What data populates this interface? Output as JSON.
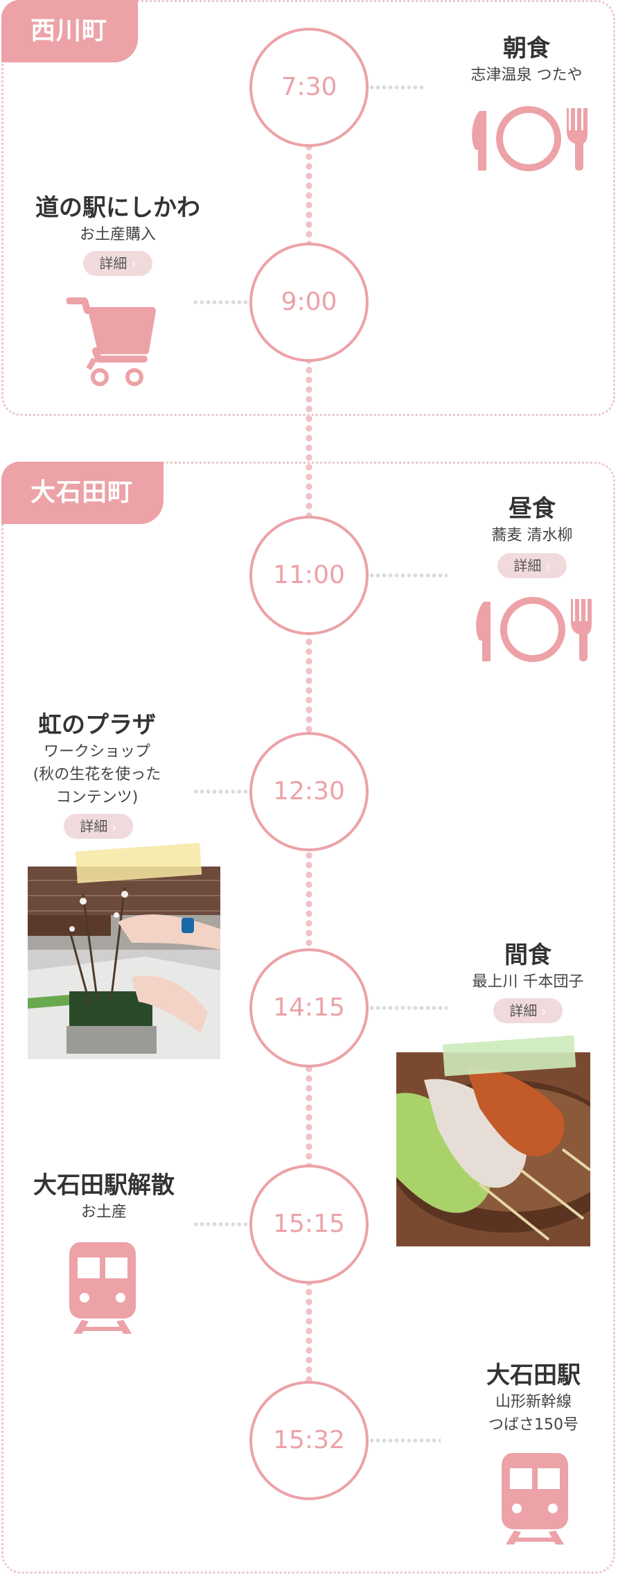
{
  "colors": {
    "accent": "#eca2a7",
    "accent_soft": "#f1dadc",
    "dotted_border": "#ecc6c9",
    "text": "#333333"
  },
  "areas": [
    {
      "label": "西川町"
    },
    {
      "label": "大石田町"
    }
  ],
  "detail_label": "詳細",
  "stops": [
    {
      "time": "7:30",
      "title": "朝食",
      "sub": [
        "志津温泉 つたや"
      ],
      "icon": "restaurant-icon"
    },
    {
      "time": "9:00",
      "title": "道の駅にしかわ",
      "sub": [
        "お土産購入"
      ],
      "icon": "shopping-cart-icon",
      "has_detail": true
    },
    {
      "time": "11:00",
      "title": "昼食",
      "sub": [
        "蕎麦 清水柳"
      ],
      "icon": "restaurant-icon",
      "has_detail": true
    },
    {
      "time": "12:30",
      "title": "虹のプラザ",
      "sub": [
        "ワークショップ",
        "(秋の生花を使った",
        "コンテンツ)"
      ],
      "icon": "photo-flower-workshop",
      "has_detail": true
    },
    {
      "time": "14:15",
      "title": "間食",
      "sub": [
        "最上川 千本団子"
      ],
      "icon": "photo-dango",
      "has_detail": true
    },
    {
      "time": "15:15",
      "title": "大石田駅解散",
      "sub": [
        "お土産"
      ],
      "icon": "train-icon"
    },
    {
      "time": "15:32",
      "title": "大石田駅",
      "sub": [
        "山形新幹線",
        "つばさ150号"
      ],
      "icon": "train-icon"
    }
  ]
}
